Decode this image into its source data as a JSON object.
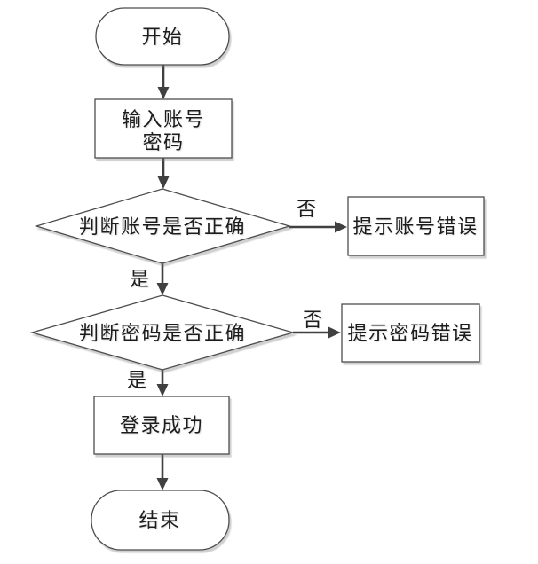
{
  "diagram": {
    "kind": "flowchart",
    "nodes": {
      "start": {
        "type": "terminator",
        "label": "开始"
      },
      "input": {
        "type": "process",
        "line1": "输入账号",
        "line2": "密码"
      },
      "check_account": {
        "type": "decision",
        "label": "判断账号是否正确"
      },
      "account_error": {
        "type": "process",
        "label": "提示账号错误"
      },
      "check_password": {
        "type": "decision",
        "label": "判断密码是否正确"
      },
      "password_error": {
        "type": "process",
        "label": "提示密码错误"
      },
      "login_success": {
        "type": "process",
        "label": "登录成功"
      },
      "end": {
        "type": "terminator",
        "label": "结束"
      }
    },
    "edge_labels": {
      "check_account_no": "否",
      "check_account_yes": "是",
      "check_password_no": "否",
      "check_password_yes": "是"
    },
    "colors": {
      "background": "#ffffff",
      "shape_fill": "#ffffff",
      "shape_stroke": "#4d4d4d",
      "arrow": "#404040",
      "text": "#1c1c1c"
    }
  }
}
